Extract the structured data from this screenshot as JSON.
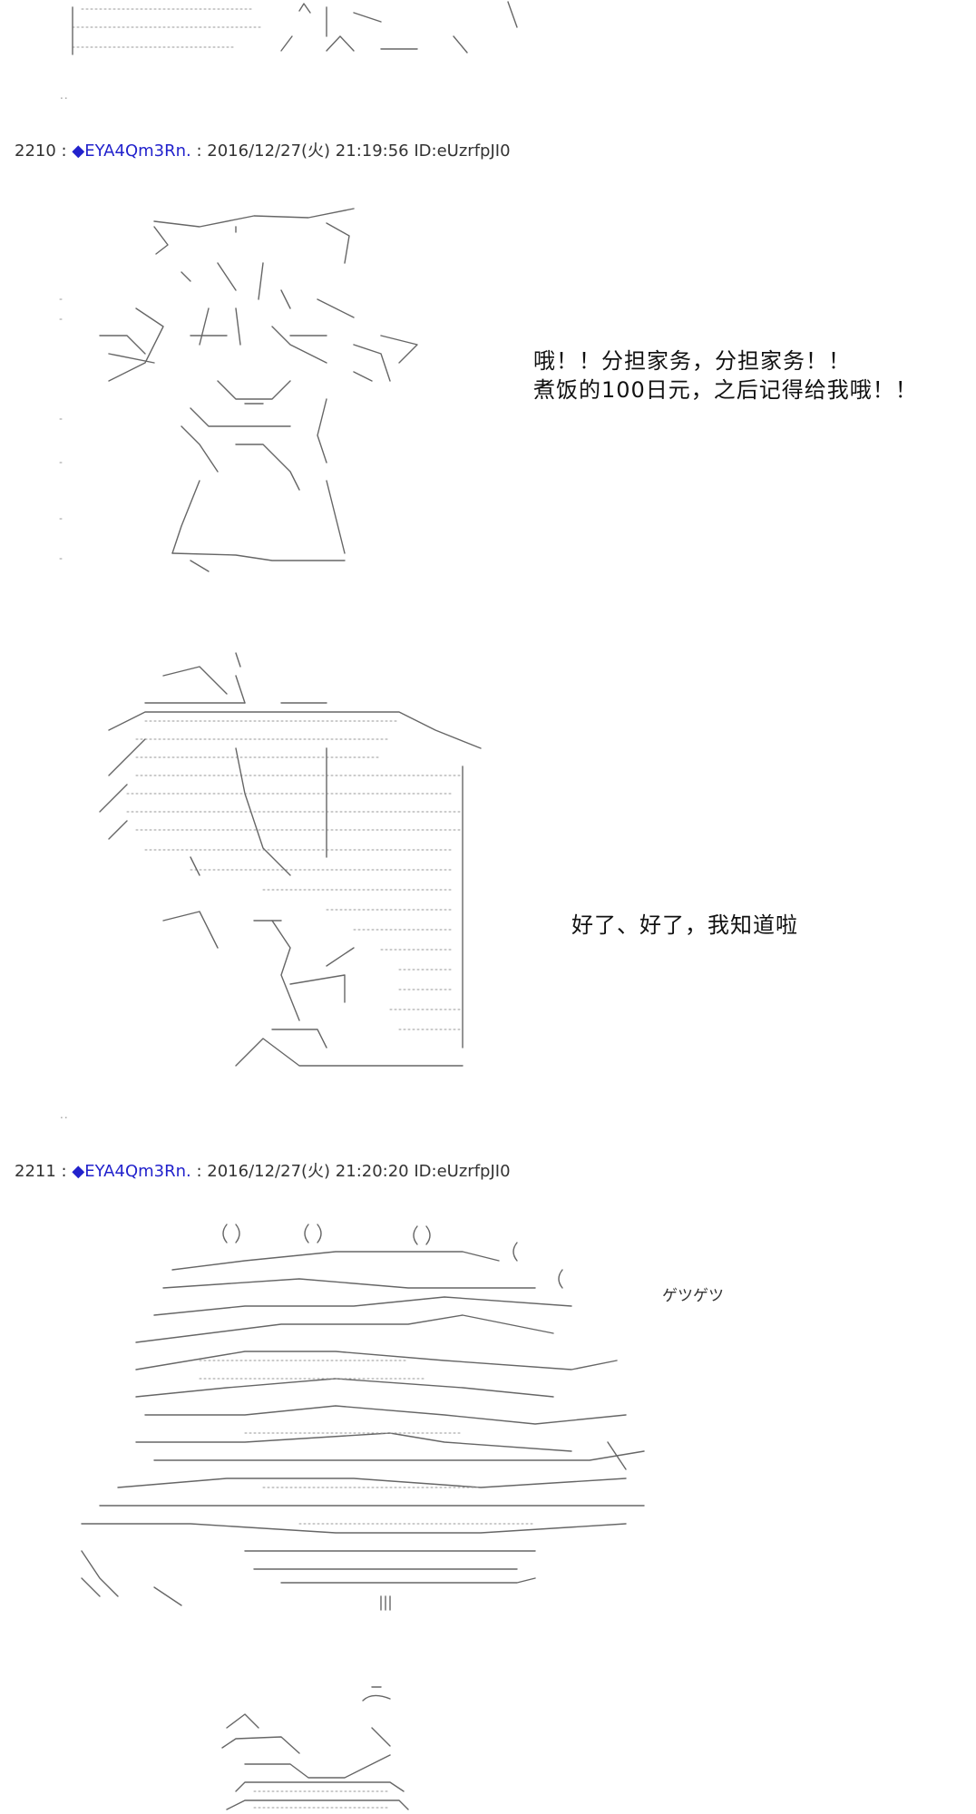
{
  "posts": [
    {
      "number": "2210",
      "name": "EYA4Qm3Rn.",
      "date": "2016/12/27(火) 21:19:56",
      "id": "ID:eUzrfpJI0"
    },
    {
      "number": "2211",
      "name": "EYA4Qm3Rn.",
      "date": "2016/12/27(火) 21:20:20",
      "id": "ID:eUzrfpJI0"
    }
  ],
  "dialogs": {
    "line1": "哦！！分担家务，分担家务！！",
    "line2": "煮饭的100日元，之后记得给我哦！！",
    "line3": "好了、好了，我知道啦",
    "sfx": "ゲツゲツ"
  },
  "separator": ":",
  "marker": "◆",
  "dots": ".."
}
